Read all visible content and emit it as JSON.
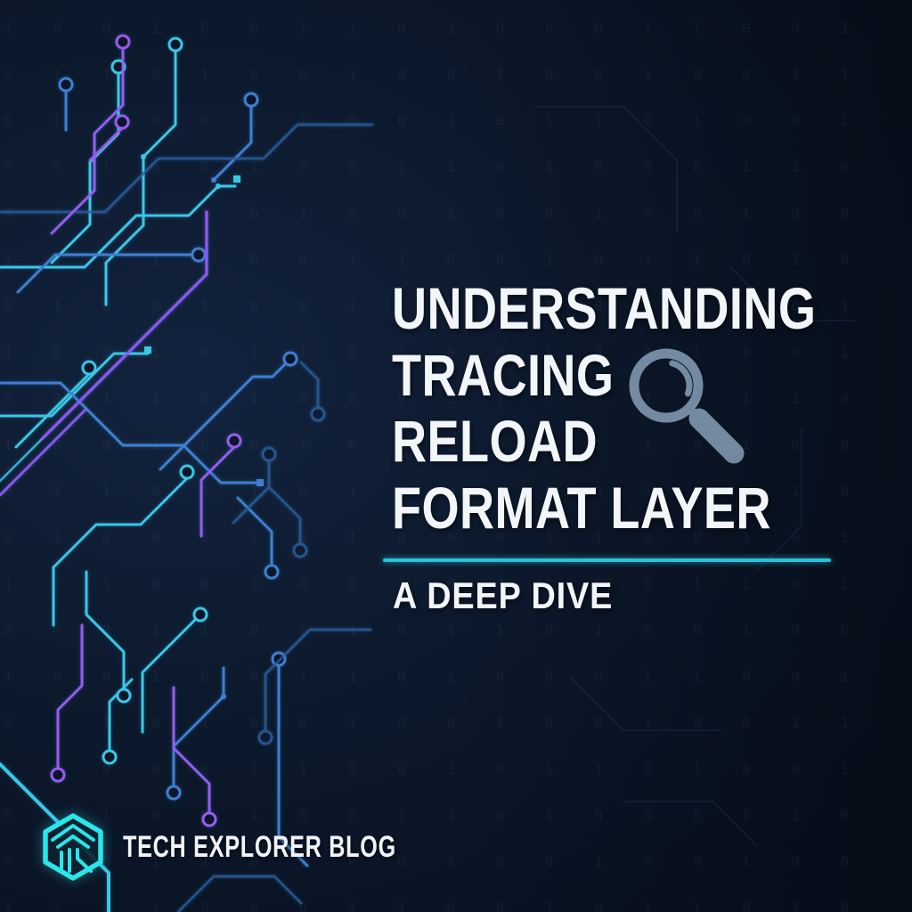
{
  "title": {
    "lines": [
      "UNDERSTANDING",
      "TRACING",
      "RELOAD",
      "FORMAT LAYER"
    ]
  },
  "subtitle": "A DEEP DIVE",
  "brand": {
    "name": "TECH EXPLORER BLOG",
    "logo_icon": "hexagon-tr-monogram-icon"
  },
  "icons": {
    "magnifier": "magnifying-glass-icon"
  },
  "background": {
    "binary_pattern": "1 0 0 1 0 0 1 1 0 1 0 0 0 1 1 0 0 1 0 1 1 0 1 0 0 1 0 0 ",
    "binary_repeat": 28
  },
  "theme": {
    "bg-top": "#13233e",
    "bg-mid": "#0d1a2e",
    "bg-dark": "#081120",
    "accent": "#2cc0dc",
    "title-color": "#f3f6f9",
    "magnifier-color": "#7e94ac",
    "logo-cyan": "#29e6ea",
    "trace-cyan": "#38c8e6",
    "trace-blue": "#3f7ed4",
    "trace-dimblue": "#2b5d9d",
    "trace-purple": "#9a5af2",
    "trace-violet": "#8a55ee",
    "binary-color": "#9ec6e8"
  }
}
